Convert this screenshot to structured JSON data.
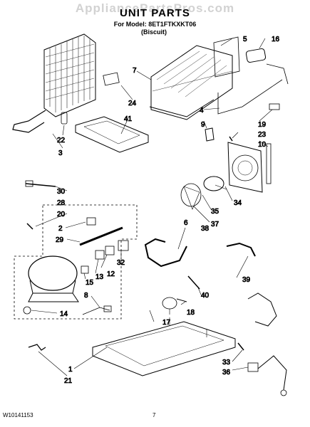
{
  "header": {
    "watermark": "AppliancePartsPros.com",
    "title": "UNIT PARTS",
    "model_line": "For Model: 8ET1FTKXKT06",
    "variant": "(Biscuit)"
  },
  "footer": {
    "doc_number": "W10141153",
    "page_number": "7"
  },
  "callouts": [
    "1",
    "2",
    "3",
    "4",
    "5",
    "6",
    "7",
    "8",
    "9",
    "10",
    "12",
    "13",
    "14",
    "15",
    "16",
    "17",
    "18",
    "19",
    "20",
    "21",
    "22",
    "23",
    "24",
    "28",
    "29",
    "30",
    "32",
    "33",
    "34",
    "35",
    "36",
    "37",
    "38",
    "39",
    "40",
    "41"
  ]
}
